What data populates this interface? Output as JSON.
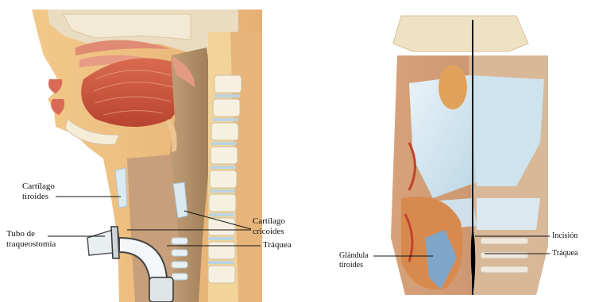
{
  "left_figure": {
    "labels": {
      "thyroid_cartilage": "Cartílago\ntiroides",
      "tracheostomy_tube": "Tubo de\ntraqueostomía",
      "cricoid_cartilage": "Cartílago\ncricoides",
      "trachea": "Tráquea"
    }
  },
  "right_figure": {
    "labels": {
      "incision": "Incisión",
      "trachea": "Tráquea",
      "thyroid_gland": "Glándula\ntiroides"
    }
  }
}
